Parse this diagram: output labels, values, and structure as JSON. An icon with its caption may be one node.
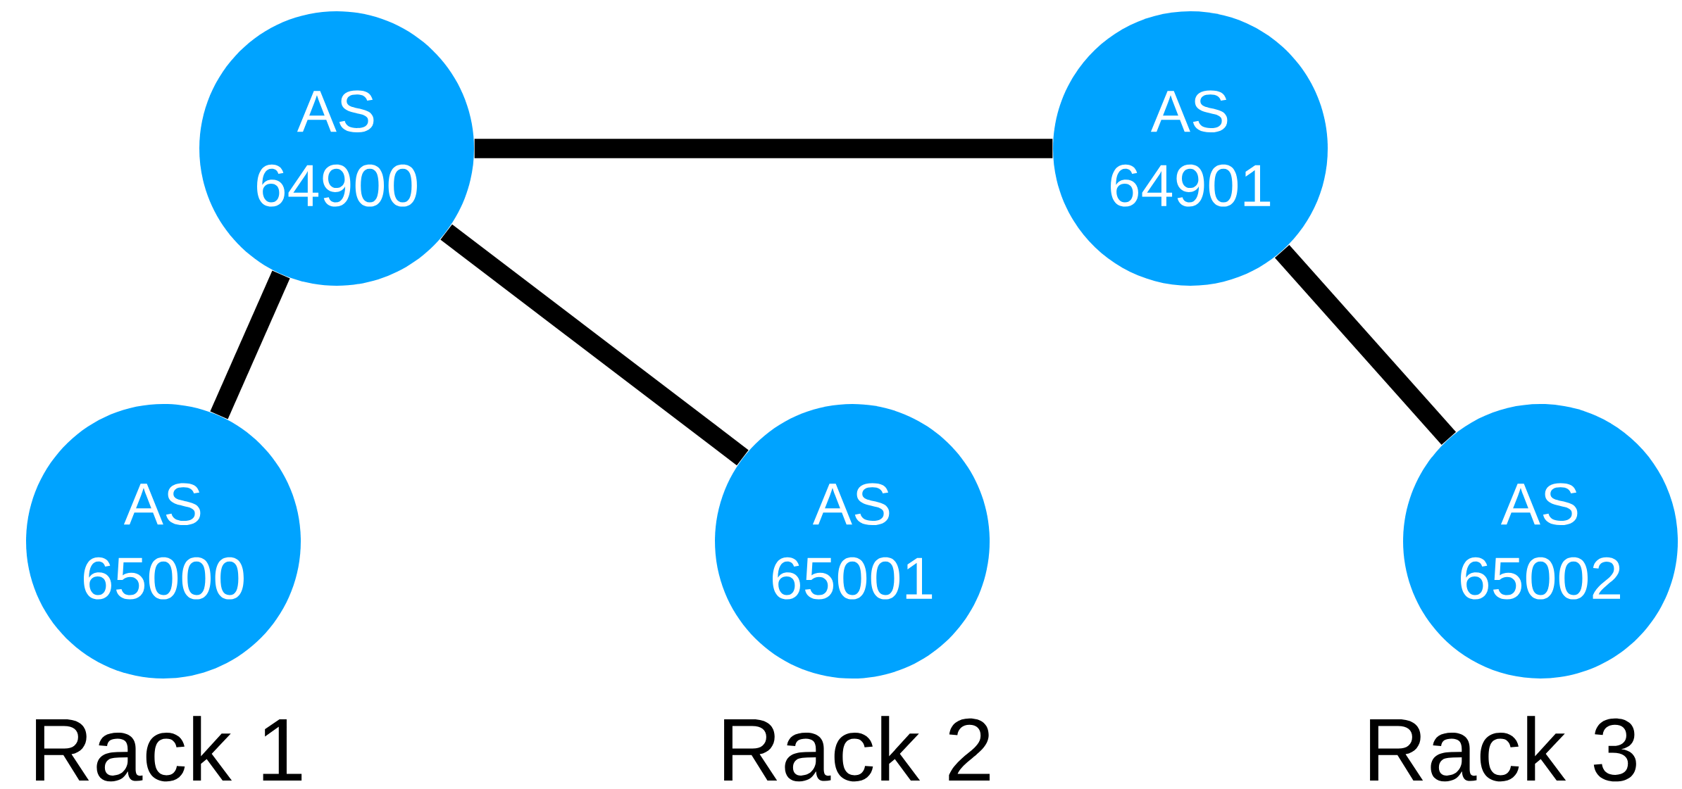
{
  "diagram": {
    "nodes": [
      {
        "text": [
          "AS 64900"
        ]
      },
      {
        "text": [
          "AS 64901"
        ]
      },
      {
        "text": [
          "AS 65000"
        ],
        "beside": [
          "Rack 1"
        ]
      },
      {
        "text": [
          "AS 65001"
        ],
        "beside": [
          "Rack 2"
        ]
      },
      {
        "text": [
          "AS 65002"
        ],
        "beside": [
          "Rack 3"
        ]
      }
    ],
    "edges": [
      {
        "from": 0,
        "to": 1,
        "arrow": "none"
      },
      {
        "from": 0,
        "to": 2,
        "arrow": "none"
      },
      {
        "from": 0,
        "to": 3,
        "arrow": "none"
      },
      {
        "from": 1,
        "to": 4,
        "arrow": "none"
      }
    ]
  }
}
